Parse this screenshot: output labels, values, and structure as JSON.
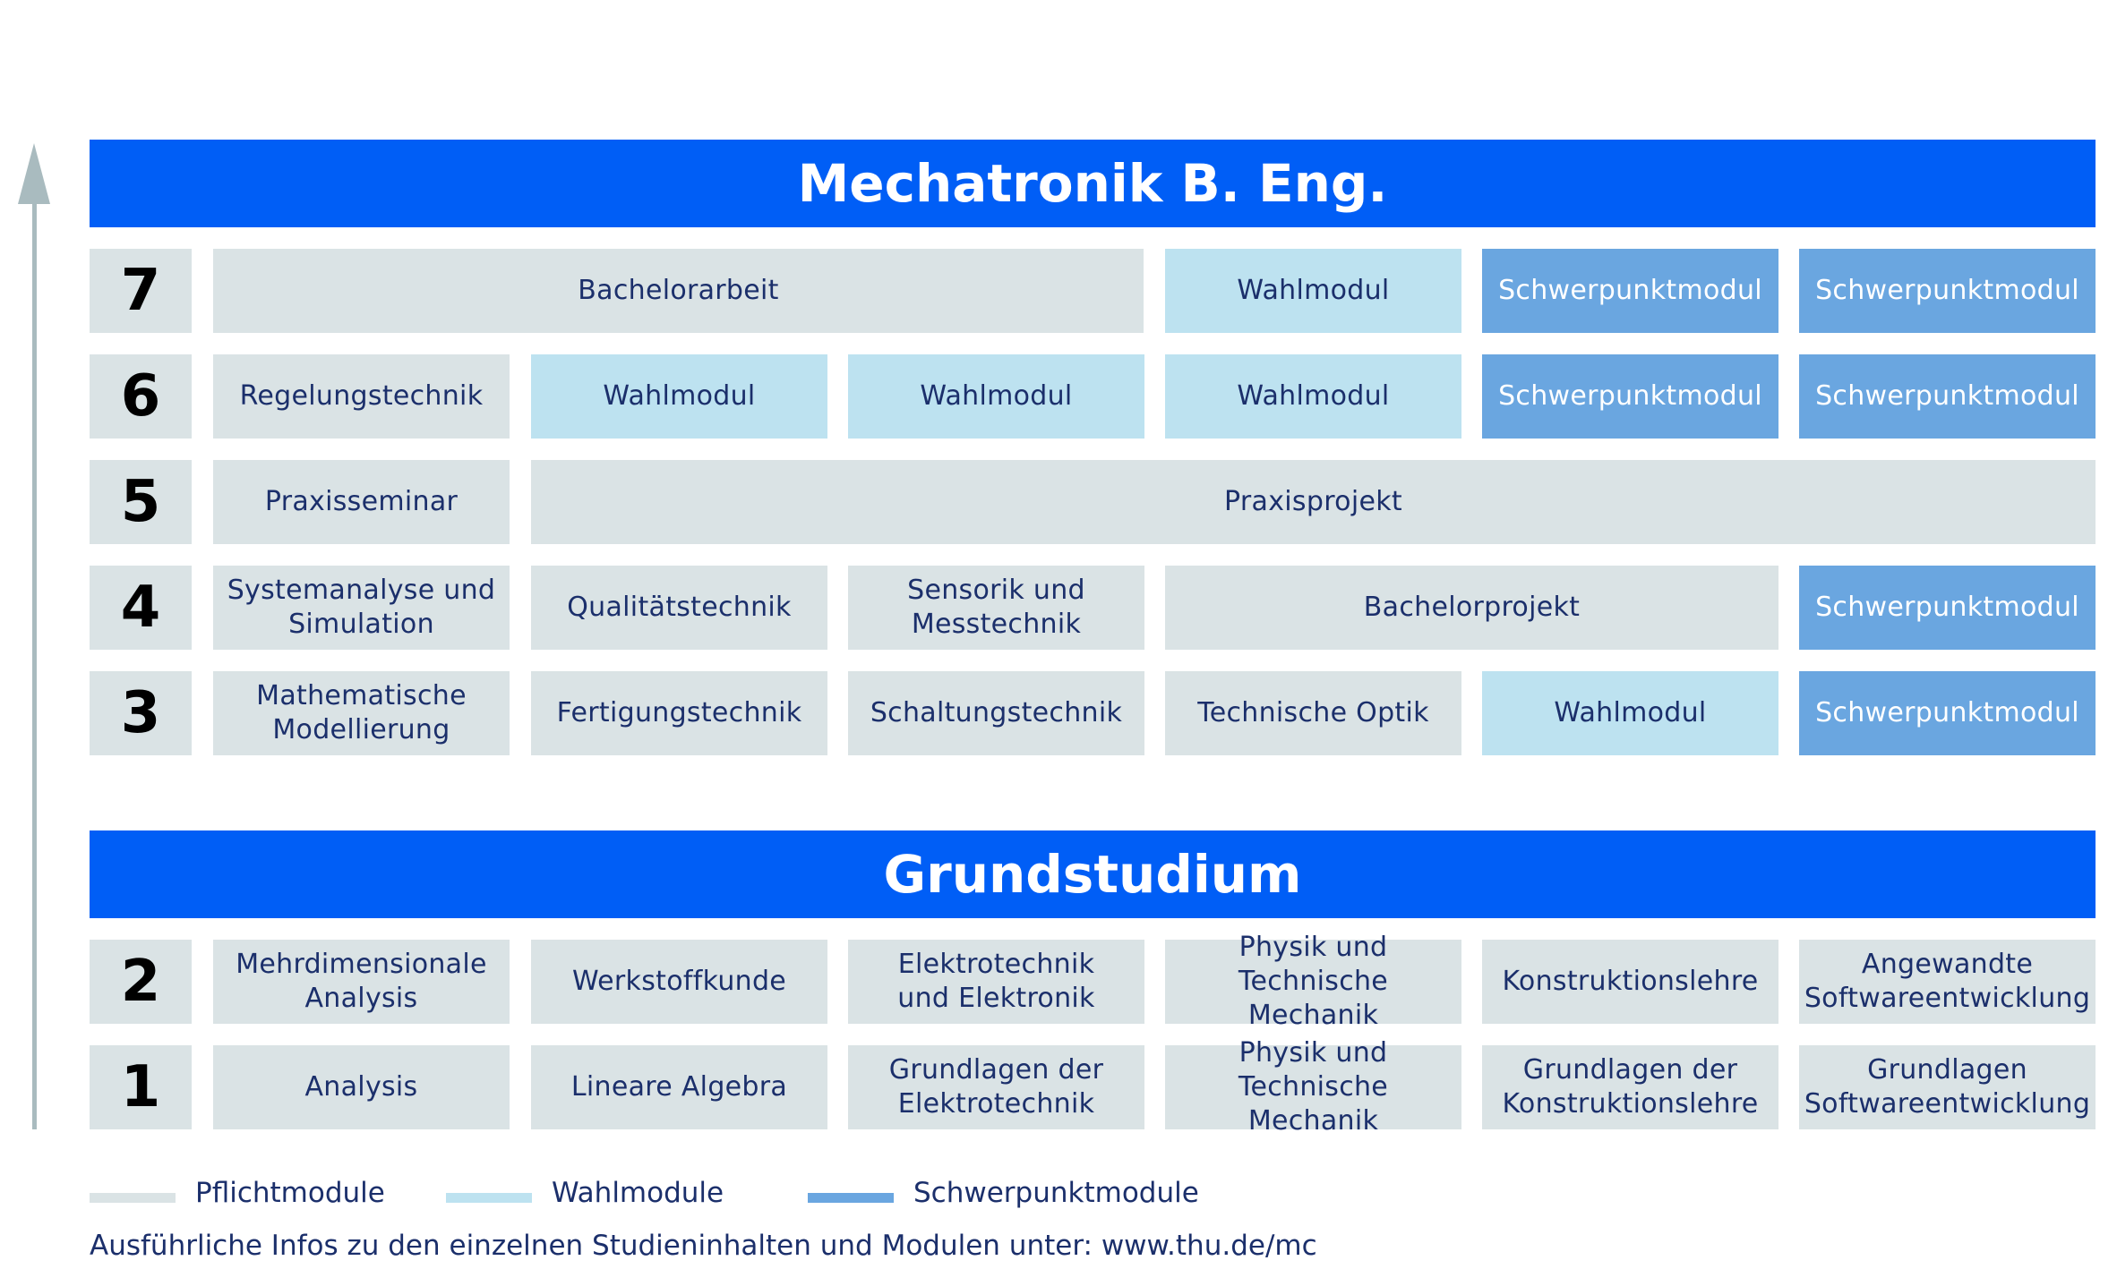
{
  "colors": {
    "banner": "#005ef6",
    "pflicht": "#dae3e5",
    "wahl": "#bde2f0",
    "schwerpunkt": "#6aa6e0",
    "text": "#1b2f6b",
    "arrow": "#a9bbbf"
  },
  "banners": {
    "main_title": "Mechatronik B. Eng.",
    "basic_title": "Grundstudium"
  },
  "semesters": [
    {
      "label": "7",
      "modules": [
        {
          "text": "Bachelorarbeit",
          "type": "pflicht"
        },
        {
          "text": "Wahlmodul",
          "type": "wahl"
        },
        {
          "text": "Schwerpunktmodul",
          "type": "schwerpunkt"
        },
        {
          "text": "Schwerpunktmodul",
          "type": "schwerpunkt"
        }
      ]
    },
    {
      "label": "6",
      "modules": [
        {
          "text": "Regelungstechnik",
          "type": "pflicht"
        },
        {
          "text": "Wahlmodul",
          "type": "wahl"
        },
        {
          "text": "Wahlmodul",
          "type": "wahl"
        },
        {
          "text": "Wahlmodul",
          "type": "wahl"
        },
        {
          "text": "Schwerpunktmodul",
          "type": "schwerpunkt"
        },
        {
          "text": "Schwerpunktmodul",
          "type": "schwerpunkt"
        }
      ]
    },
    {
      "label": "5",
      "modules": [
        {
          "text": "Praxisseminar",
          "type": "pflicht"
        },
        {
          "text": "Praxisprojekt",
          "type": "pflicht"
        }
      ]
    },
    {
      "label": "4",
      "modules": [
        {
          "text": "Systemanalyse und\nSimulation",
          "type": "pflicht"
        },
        {
          "text": "Qualitätstechnik",
          "type": "pflicht"
        },
        {
          "text": "Sensorik und\nMesstechnik",
          "type": "pflicht"
        },
        {
          "text": "Bachelorprojekt",
          "type": "pflicht"
        },
        {
          "text": "Schwerpunktmodul",
          "type": "schwerpunkt"
        }
      ]
    },
    {
      "label": "3",
      "modules": [
        {
          "text": "Mathematische\nModellierung",
          "type": "pflicht"
        },
        {
          "text": "Fertigungstechnik",
          "type": "pflicht"
        },
        {
          "text": "Schaltungstechnik",
          "type": "pflicht"
        },
        {
          "text": "Technische Optik",
          "type": "pflicht"
        },
        {
          "text": "Wahlmodul",
          "type": "wahl"
        },
        {
          "text": "Schwerpunktmodul",
          "type": "schwerpunkt"
        }
      ]
    },
    {
      "label": "2",
      "modules": [
        {
          "text": "Mehrdimensionale\nAnalysis",
          "type": "pflicht"
        },
        {
          "text": "Werkstoffkunde",
          "type": "pflicht"
        },
        {
          "text": "Elektrotechnik\nund Elektronik",
          "type": "pflicht"
        },
        {
          "text": "Physik und\nTechnische Mechanik",
          "type": "pflicht"
        },
        {
          "text": "Konstruktionslehre",
          "type": "pflicht"
        },
        {
          "text": "Angewandte\nSoftwareentwicklung",
          "type": "pflicht"
        }
      ]
    },
    {
      "label": "1",
      "modules": [
        {
          "text": "Analysis",
          "type": "pflicht"
        },
        {
          "text": "Lineare Algebra",
          "type": "pflicht"
        },
        {
          "text": "Grundlagen der\nElektrotechnik",
          "type": "pflicht"
        },
        {
          "text": "Physik und\nTechnische Mechanik",
          "type": "pflicht"
        },
        {
          "text": "Grundlagen der\nKonstruktionslehre",
          "type": "pflicht"
        },
        {
          "text": "Grundlagen\nSoftwareentwicklung",
          "type": "pflicht"
        }
      ]
    }
  ],
  "legend": [
    {
      "label": "Pflichtmodule",
      "type": "pflicht"
    },
    {
      "label": "Wahlmodule",
      "type": "wahl"
    },
    {
      "label": "Schwerpunktmodule",
      "type": "schwerpunkt"
    }
  ],
  "footer": "Ausführliche Infos zu den einzelnen Studieninhalten und Modulen unter: www.thu.de/mc"
}
